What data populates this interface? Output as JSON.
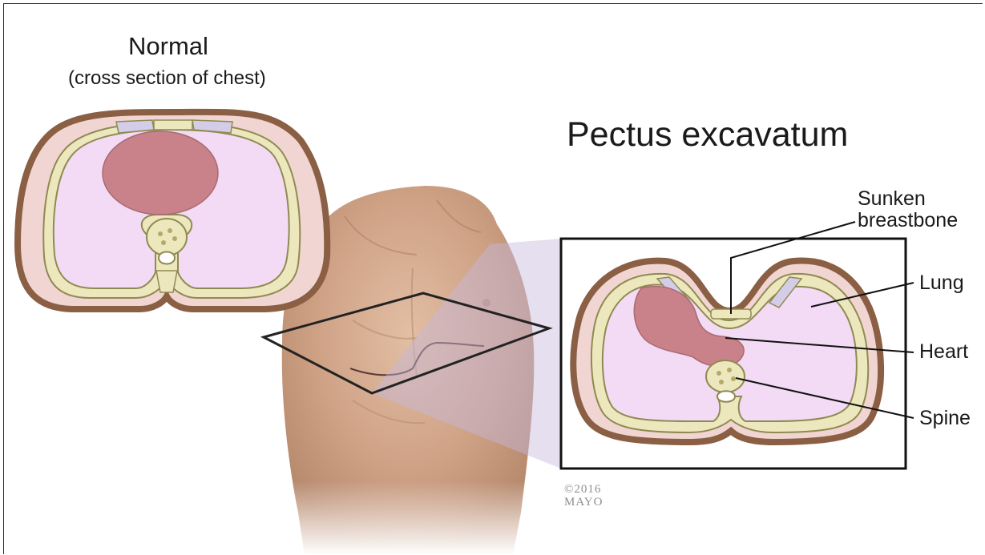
{
  "normal": {
    "title": "Normal",
    "subtitle": "(cross section of chest)"
  },
  "pectus": {
    "title": "Pectus excavatum"
  },
  "labels": {
    "sunken_line1": "Sunken",
    "sunken_line2": "breastbone",
    "lung": "Lung",
    "heart": "Heart",
    "spine": "Spine"
  },
  "copyright": {
    "line1": "©2016",
    "line2": "MAYO"
  },
  "colors": {
    "skin_outer": "#8a5f44",
    "tissue": "#f1d5d2",
    "bone": "#ede7be",
    "bone_edge": "#8f8a52",
    "lung": "#f3dbf5",
    "heart": "#c9828a",
    "cartilage": "#d4cde8",
    "torso": "#d2a98c",
    "highlight_plane": "#c6b8dd"
  }
}
